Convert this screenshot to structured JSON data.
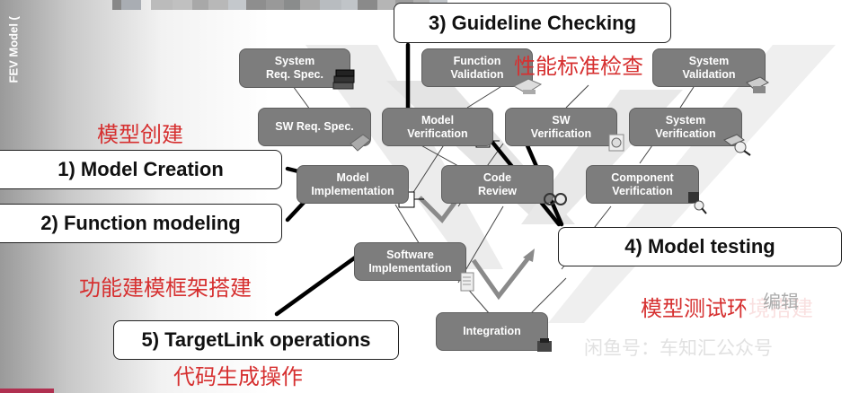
{
  "sidebar": {
    "title": "FEV Model ("
  },
  "nodes": {
    "system_req_spec": "System\nReq. Spec.",
    "sw_req_spec": "SW Req. Spec.",
    "model_implementation": "Model\nImplementation",
    "software_implementation": "Software\nImplementation",
    "integration": "Integration",
    "function_validation": "Function\nValidation",
    "model_verification": "Model\nVerification",
    "code_review": "Code\nReview",
    "sw_verification": "SW\nVerification",
    "component_verification": "Component\nVerification",
    "system_verification": "System\nVerification",
    "system_validation": "System\nValidation"
  },
  "callouts": {
    "model_creation": "1) Model Creation",
    "function_modeling": "2) Function modeling",
    "guideline_checking": "3) Guideline Checking",
    "model_testing": "4) Model testing",
    "targetlink_operations": "5) TargetLink operations"
  },
  "annotations_cn": {
    "model_creation": "模型创建",
    "performance_check": "性能标准检查",
    "function_framework": "功能建模框架搭建",
    "model_test_env": "模型测试环境搭建",
    "code_generation": "代码生成操作"
  },
  "watermark": {
    "text": "闲鱼号：车知汇公众号",
    "badge": "编辑"
  },
  "colors": {
    "node_fill": "#7d7d7d",
    "annotation_red": "#d63030",
    "callout_border": "#222222"
  }
}
